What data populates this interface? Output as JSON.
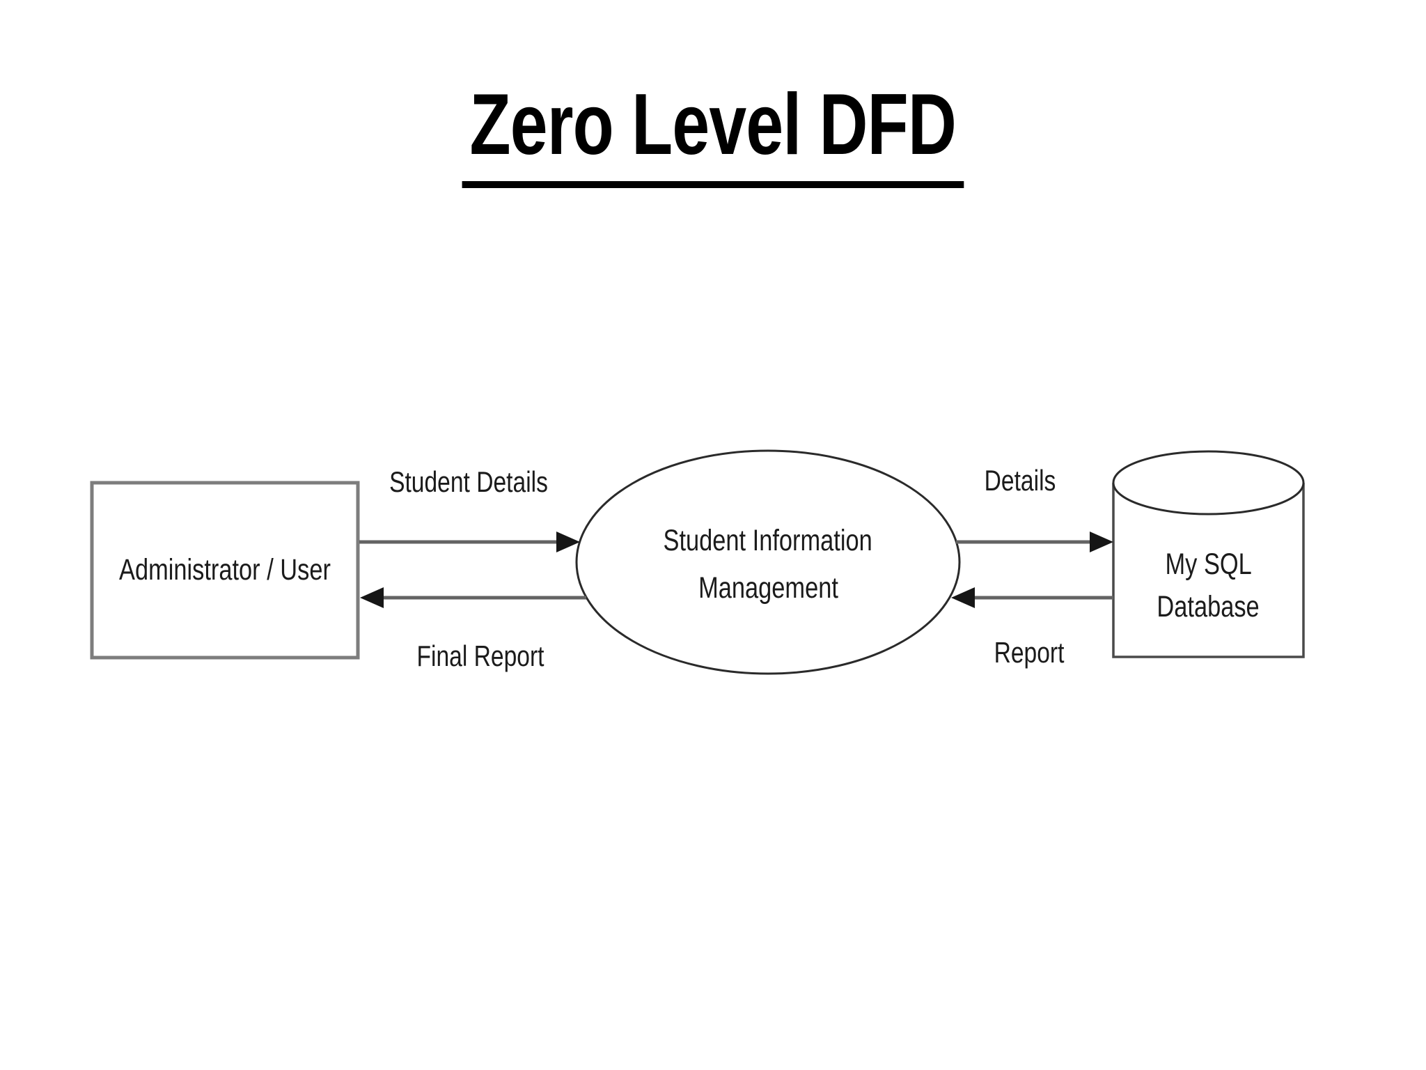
{
  "title": "Zero Level DFD",
  "diagram": {
    "type": "data-flow-diagram",
    "external_entity": {
      "label": "Administrator / User"
    },
    "process": {
      "label_line1": "Student Information",
      "label_line2": "Management"
    },
    "data_store": {
      "label_line1": "My SQL",
      "label_line2": "Database"
    },
    "flows": [
      {
        "label": "Student Details",
        "from": "external_entity",
        "to": "process",
        "direction": "right"
      },
      {
        "label": "Final Report",
        "from": "process",
        "to": "external_entity",
        "direction": "left"
      },
      {
        "label": "Details",
        "from": "process",
        "to": "data_store",
        "direction": "right"
      },
      {
        "label": "Report",
        "from": "data_store",
        "to": "process",
        "direction": "left"
      }
    ]
  },
  "colors": {
    "background": "#ffffff",
    "text": "#1b1b1b",
    "box_border": "#7d7d7d",
    "shape_stroke": "#2a2a2a",
    "line": "#636363",
    "arrowhead": "#161616"
  }
}
